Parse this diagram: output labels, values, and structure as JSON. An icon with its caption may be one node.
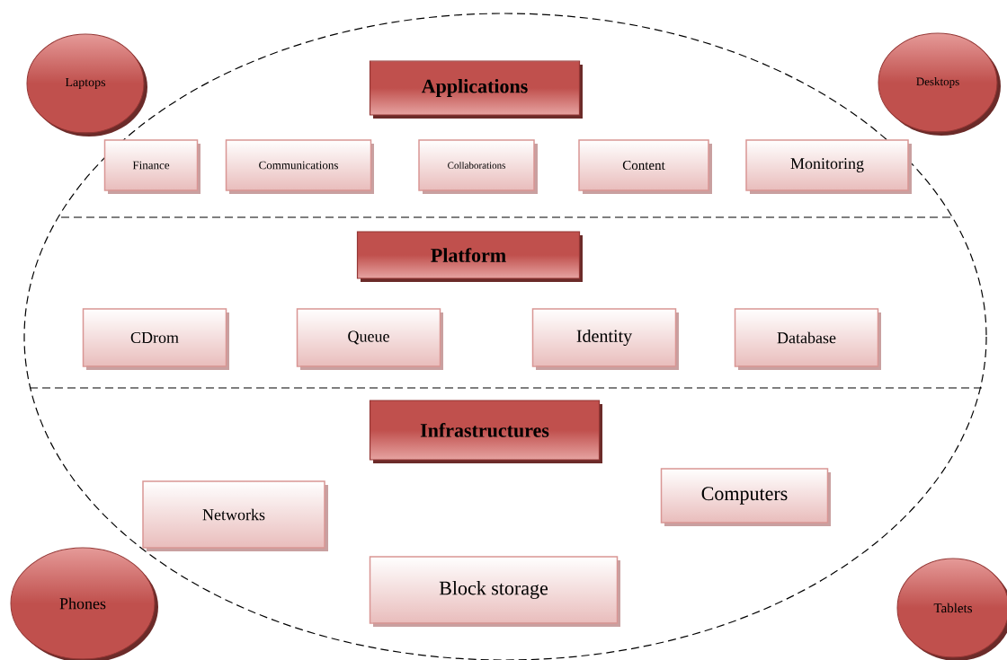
{
  "diagram": {
    "nodes": [
      {
        "text": [
          "Laptops"
        ]
      },
      {
        "text": [
          "Applications"
        ]
      },
      {
        "text": [
          "Desktops"
        ]
      },
      {
        "text": [
          "Finance"
        ]
      },
      {
        "text": [
          "Communications"
        ]
      },
      {
        "text": [
          "Collaborations"
        ]
      },
      {
        "text": [
          "Content"
        ]
      },
      {
        "text": [
          "Monitoring"
        ]
      },
      {
        "text": [
          "Platform"
        ]
      },
      {
        "text": [
          "CDrom"
        ]
      },
      {
        "text": [
          "Queue"
        ]
      },
      {
        "text": [
          "Identity"
        ]
      },
      {
        "text": [
          "Database"
        ]
      },
      {
        "text": [
          "Infrastructures"
        ]
      },
      {
        "text": [
          "Networks"
        ]
      },
      {
        "text": [
          "Computers"
        ]
      },
      {
        "text": [
          "Phones"
        ]
      },
      {
        "text": [
          "Block storage"
        ]
      },
      {
        "text": [
          "Tablets"
        ]
      }
    ],
    "edges": []
  }
}
